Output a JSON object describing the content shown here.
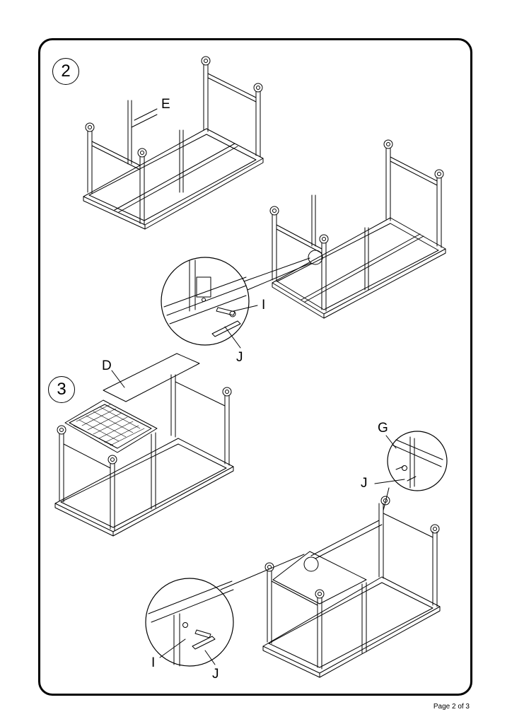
{
  "steps": [
    {
      "number": "2"
    },
    {
      "number": "3"
    }
  ],
  "callouts": {
    "step2_part_e": "E",
    "step2_detail_i": "I",
    "step2_detail_j": "J",
    "step3_part_d": "D",
    "step3_detail_g": "G",
    "step3_detail_j_top": "J",
    "step3_detail_i": "I",
    "step3_detail_j_bottom": "J"
  },
  "footer": {
    "page_label": "Page 2 of 3"
  }
}
